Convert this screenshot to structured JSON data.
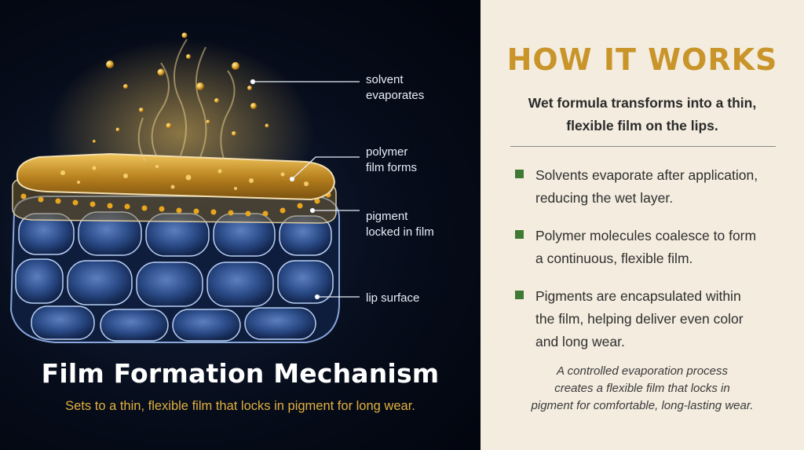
{
  "illustration": {
    "callouts": [
      {
        "line1": "solvent",
        "line2": "evaporates"
      },
      {
        "line1": "polymer",
        "line2": "film forms"
      },
      {
        "line1": "pigment",
        "line2": "locked in film"
      },
      {
        "line1": "lip surface",
        "line2": ""
      }
    ],
    "title": "Film Formation Mechanism",
    "subtitle": "Sets to a thin, flexible film that locks in pigment for long wear."
  },
  "how_it_works": {
    "title": "HOW IT WORKS",
    "intro_line1": "Wet formula transforms into a thin,",
    "intro_line2": "flexible film on the lips.",
    "points": [
      {
        "line1": "Solvents evaporate after application,",
        "line2": "reducing the wet layer.",
        "line3": ""
      },
      {
        "line1": "Polymer molecules coalesce to form",
        "line2": "a continuous, flexible film.",
        "line3": ""
      },
      {
        "line1": "Pigments are encapsulated within",
        "line2": "the film, helping deliver even color",
        "line3": "and long wear."
      }
    ],
    "summary_line1": "A controlled evaporation process",
    "summary_line2": "creates a flexible film that locks in",
    "summary_line3": "pigment for comfortable, long-lasting wear."
  },
  "colors": {
    "accent_gold": "#c9952a",
    "bullet_green": "#3e7a34",
    "dark_background": "#060c1a",
    "cream_background": "#f3ecdf"
  }
}
